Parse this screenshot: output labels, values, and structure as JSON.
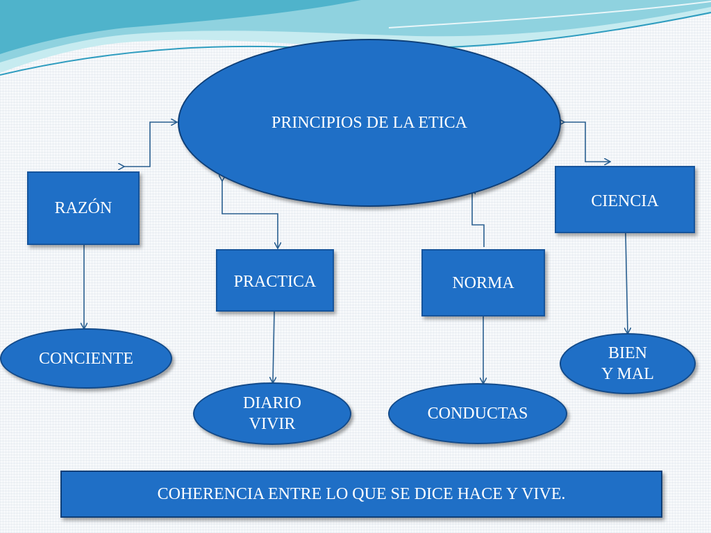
{
  "slide": {
    "main": "PRINCIPIOS DE LA ETICA",
    "razon": "RAZÓN",
    "ciencia": "CIENCIA",
    "practica": "PRACTICA",
    "norma": "NORMA",
    "conciente": "CONCIENTE",
    "bien_mal": "BIEN\nY MAL",
    "diario_vivir": "DIARIO\nVIVIR",
    "conductas": "CONDUCTAS",
    "footer": "COHERENCIA ENTRE LO QUE SE DICE HACE Y VIVE."
  },
  "colors": {
    "node_fill": "#1f6fc6",
    "connector": "#2a5f90",
    "wave_light": "#a8dde6",
    "wave_dark": "#3aa6c4"
  }
}
